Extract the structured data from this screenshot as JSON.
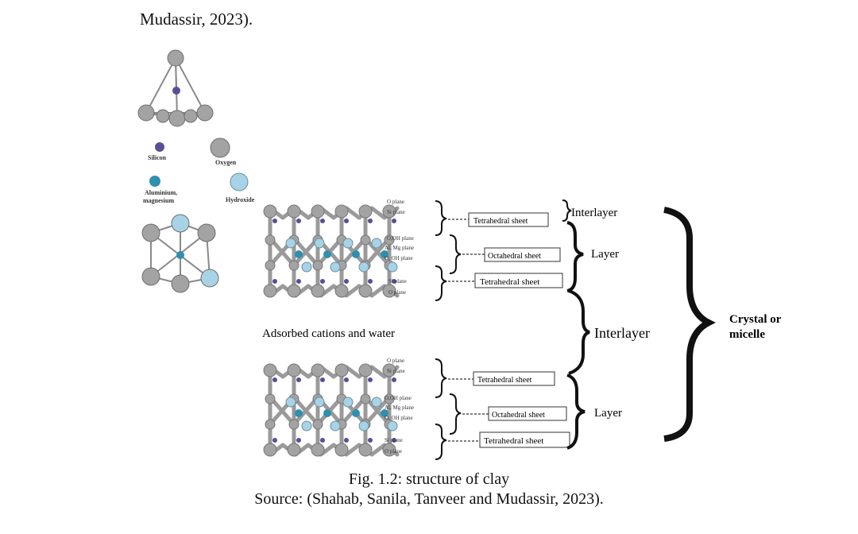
{
  "page": {
    "top_text": "Mudassir, 2023).",
    "caption_fig": "Fig. 1.2: structure of clay",
    "caption_source": "Source: (Shahab, Sanila, Tanveer and Mudassir, 2023)."
  },
  "legend": {
    "silicon": "Silicon",
    "oxygen": "Oxygen",
    "aluminium_1": "Aluminium,",
    "aluminium_2": "magnesium",
    "hydroxide": "Hydroxide"
  },
  "planes": {
    "o_plane": "O plane",
    "si_plane": "Si plane",
    "o_oh_plane": "O,OH plane",
    "al_mg_plane": "Al, Mg plane",
    "o_oh_plane_2": "O, OH plane"
  },
  "sheets": {
    "tetrahedral": "Tetrahedral sheet",
    "octahedral": "Octahedral sheet"
  },
  "labels": {
    "interlayer_top": "Interlayer",
    "layer": "Layer",
    "interlayer_mid": "Interlayer",
    "adsorbed": "Adsorbed cations and water",
    "crystal_1": "Crystal or",
    "crystal_2": "micelle"
  },
  "colors": {
    "atom_gray": "#a3a3a3",
    "silicon_purple": "#5a4f96",
    "aluminium_teal": "#2f8fae",
    "hydroxide_blue": "#a8d3e6"
  }
}
